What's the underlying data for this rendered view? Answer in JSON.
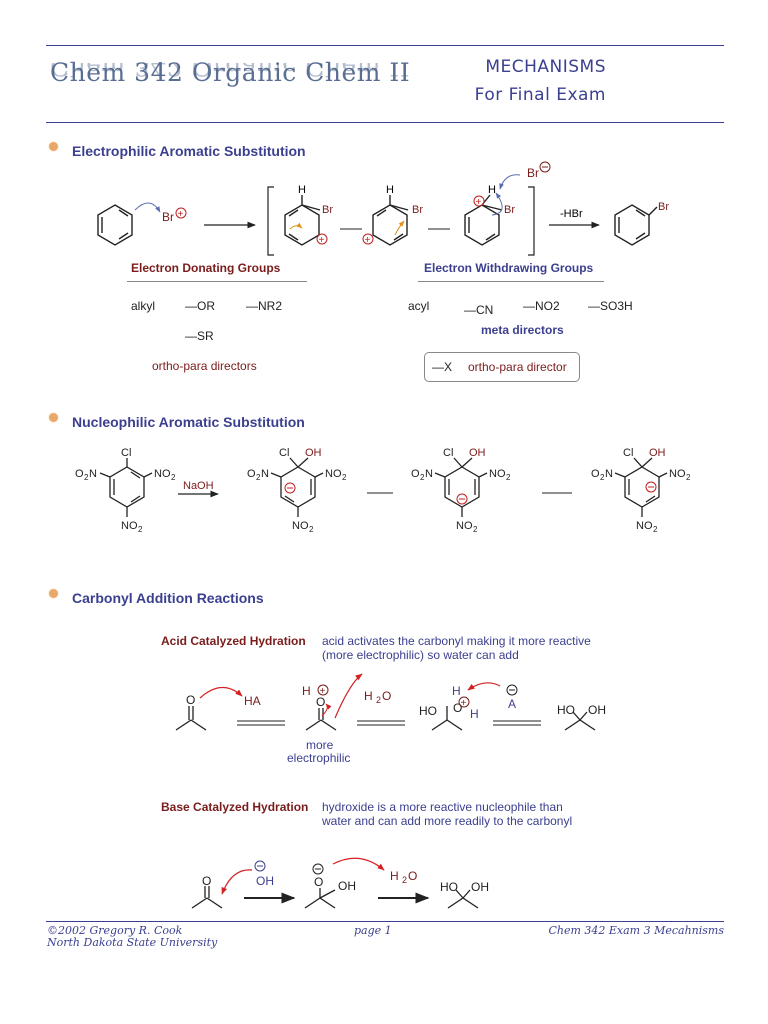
{
  "header": {
    "course_title": "Chem 342 Organic Chem II",
    "doc_title_line1": "MECHANISMS",
    "doc_title_line2": "For Final Exam"
  },
  "sections": {
    "eas": {
      "title": "Electrophilic Aromatic Substitution",
      "donating_heading": "Electron Donating Groups",
      "withdrawing_heading": "Electron Withdrawing Groups",
      "donating_groups": [
        "alkyl",
        "—OR",
        "—NR2",
        "—SR"
      ],
      "donating_note": "ortho-para directors",
      "withdrawing_groups": [
        "acyl",
        "—CN",
        "—NO2",
        "—SO3H"
      ],
      "withdrawing_note": "meta directors",
      "halogen_box_x": "—X",
      "halogen_box_note": "ortho-para director",
      "minus_hbr": "-HBr",
      "br": "Br",
      "h": "H"
    },
    "nas": {
      "title": "Nucleophilic Aromatic Substitution",
      "reagent": "NaOH",
      "cl": "Cl",
      "oh": "OH"
    },
    "carbonyl": {
      "title": "Carbonyl Addition Reactions",
      "acid_heading": "Acid Catalyzed Hydration",
      "acid_desc_line1": "acid activates the carbonyl making it more reactive",
      "acid_desc_line2": "(more electrophilic) so water can add",
      "acid_reagent": "HA",
      "acid_more": "more",
      "acid_electrophilic": "electrophilic",
      "base_heading": "Base Catalyzed Hydration",
      "base_desc_line1": "hydroxide is a more reactive nucleophile than",
      "base_desc_line2": "water and can add more readily to the carbonyl",
      "ho": "HO",
      "oh": "OH",
      "o": "O",
      "a": "A"
    }
  },
  "footer": {
    "copyright": "©2002 Gregory R. Cook",
    "university": "North Dakota State University",
    "page": "page 1",
    "doc_ref": "Chem 342 Exam 3 Mecahnisms"
  },
  "colors": {
    "accent": "#3b3f8f",
    "dark_red": "#7a1c1c",
    "arrow_red": "#d42020",
    "bullet": "#e8a86a"
  }
}
